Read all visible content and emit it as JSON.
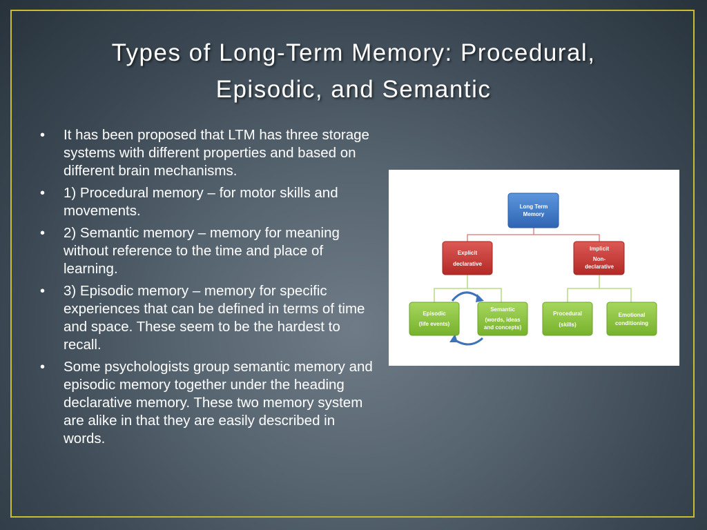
{
  "slide": {
    "title_line1": "Types of Long-Term Memory: Procedural,",
    "title_line2": "Episodic, and Semantic",
    "bullet_char": "•",
    "bullets": [
      "It has been proposed that LTM has three storage systems with different properties and based on different brain mechanisms.",
      "1) Procedural memory – for motor skills and movements.",
      "2) Semantic memory – memory for meaning without reference to the time and place of learning.",
      "3) Episodic memory – memory for specific experiences that can be defined in terms of time and space.  These seem to be the hardest to recall.",
      "Some psychologists group semantic memory and episodic memory together under the heading declarative memory. These two memory system are alike in that they are easily described in words."
    ]
  },
  "diagram": {
    "root": {
      "line1": "Long Term",
      "line2": "Memory"
    },
    "explicit": {
      "line1": "Explicit",
      "line2": "declarative"
    },
    "implicit": {
      "line1": "Implicit",
      "line2": "Non-",
      "line3": "declarative"
    },
    "episodic": {
      "line1": "Episodic",
      "line2": "(life events)"
    },
    "semantic": {
      "line1": "Semantic",
      "line2": "(words, ideas",
      "line3": "and concepts)"
    },
    "procedural": {
      "line1": "Procedural",
      "line2": "(skills)"
    },
    "emotional": {
      "line1": "Emotional",
      "line2": "conditioning"
    },
    "colors": {
      "blue": "#3b78c9",
      "red": "#c93a35",
      "green": "#8cc63e",
      "arrow": "#3d73b8",
      "border": "#c9bf2e"
    }
  }
}
